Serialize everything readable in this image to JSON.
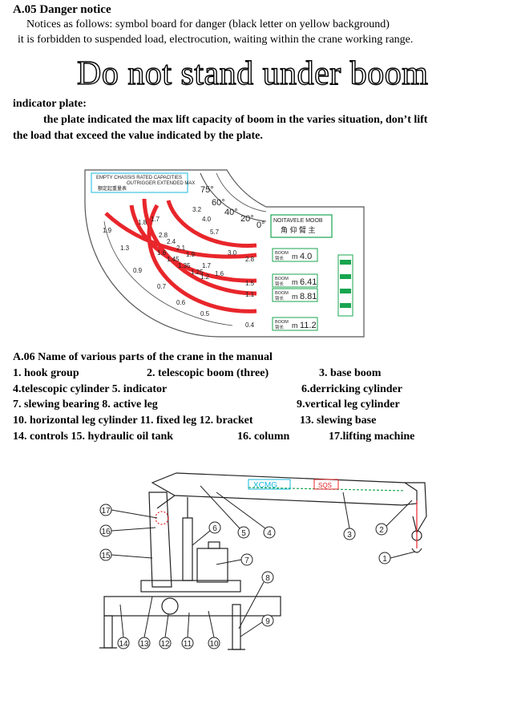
{
  "section_a05": {
    "title": "A.05 Danger notice",
    "line1": "Notices as follows: symbol board for danger (black letter on yellow background)",
    "line2": "it is forbidden to suspended load, electrocution,    waiting within the crane working range.",
    "sign_text": "Do not stand under boom"
  },
  "indicator": {
    "heading": "indicator plate:",
    "para_line1": "the plate indicated the max lift capacity of boom in the varies situation, don’t   lift",
    "para_line2": "the load that exceed the value indicated by the plate."
  },
  "plate": {
    "header_line1": "EMPTY  CHASSIS RATED CAPACITIES",
    "header_line2": "OUTRIGGER EXTENDED MAX",
    "header_cn": "额定起重量表",
    "angles": [
      "75°",
      "60°",
      "40°",
      "20°",
      "0°"
    ],
    "boom_position_label": "NOITAVELE MOOB",
    "boom_position_cn": "角 仰 臂 主",
    "boom_label": "BOOM",
    "boom_cn": "臂长",
    "unit": "m",
    "boom_lengths": [
      "4.0",
      "6.41",
      "8.81",
      "11.2"
    ],
    "ring_end_values": [
      "2.8",
      "1.5",
      "1.1",
      "0.4"
    ],
    "ring1_values": [
      "3.2",
      "4.0",
      "5.7",
      "3.0"
    ],
    "ring2_values": [
      "2.8",
      "2.4",
      "2.1",
      "1.9",
      "1.7",
      "1.6"
    ],
    "ring3_values": [
      "1.6",
      "1.45",
      "1.35",
      "1.25",
      "1.2"
    ],
    "outer_values": [
      "1.9",
      "1.8",
      "1.7",
      "1.3",
      "0.9",
      "0.7",
      "0.6",
      "0.5"
    ]
  },
  "section_a06": {
    "title": "A.06 Name of various parts of the crane in the manual",
    "rows": [
      [
        "1.   hook group",
        "2.   telescopic boom (three)",
        "3. base boom"
      ],
      [
        "4.telescopic cylinder  5.   indicator",
        "6.derricking cylinder"
      ],
      [
        "7.   slewing bearing    8. active leg",
        "9.vertical leg   cylinder"
      ],
      [
        "10. horizontal leg cylinder 11. fixed leg 12.   bracket",
        "13. slewing base"
      ],
      [
        "14.   controls  15.   hydraulic oil tank",
        "16.   column",
        "17.lifting machine"
      ]
    ]
  },
  "diagram": {
    "brand_text": "XCMG",
    "side_text": "SQS",
    "callouts": [
      "1",
      "2",
      "3",
      "4",
      "5",
      "6",
      "7",
      "8",
      "9",
      "10",
      "11",
      "12",
      "13",
      "14",
      "15",
      "16",
      "17"
    ]
  },
  "colors": {
    "red": "#e8262b",
    "green": "#18a54f",
    "cyan": "#18b8dc",
    "yellow_sign": "#f5d000"
  }
}
